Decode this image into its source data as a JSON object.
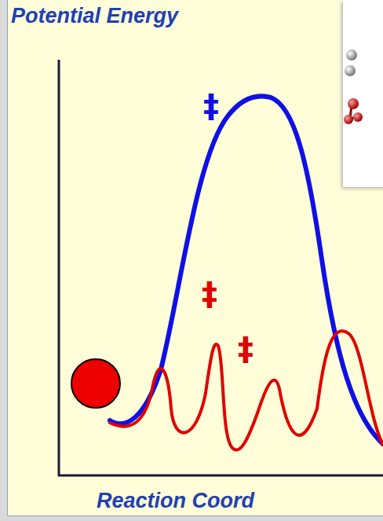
{
  "diagram": {
    "labels": [
      "Potential Energy",
      "‡",
      "‡",
      "‡",
      "Reaction Coord"
    ]
  }
}
